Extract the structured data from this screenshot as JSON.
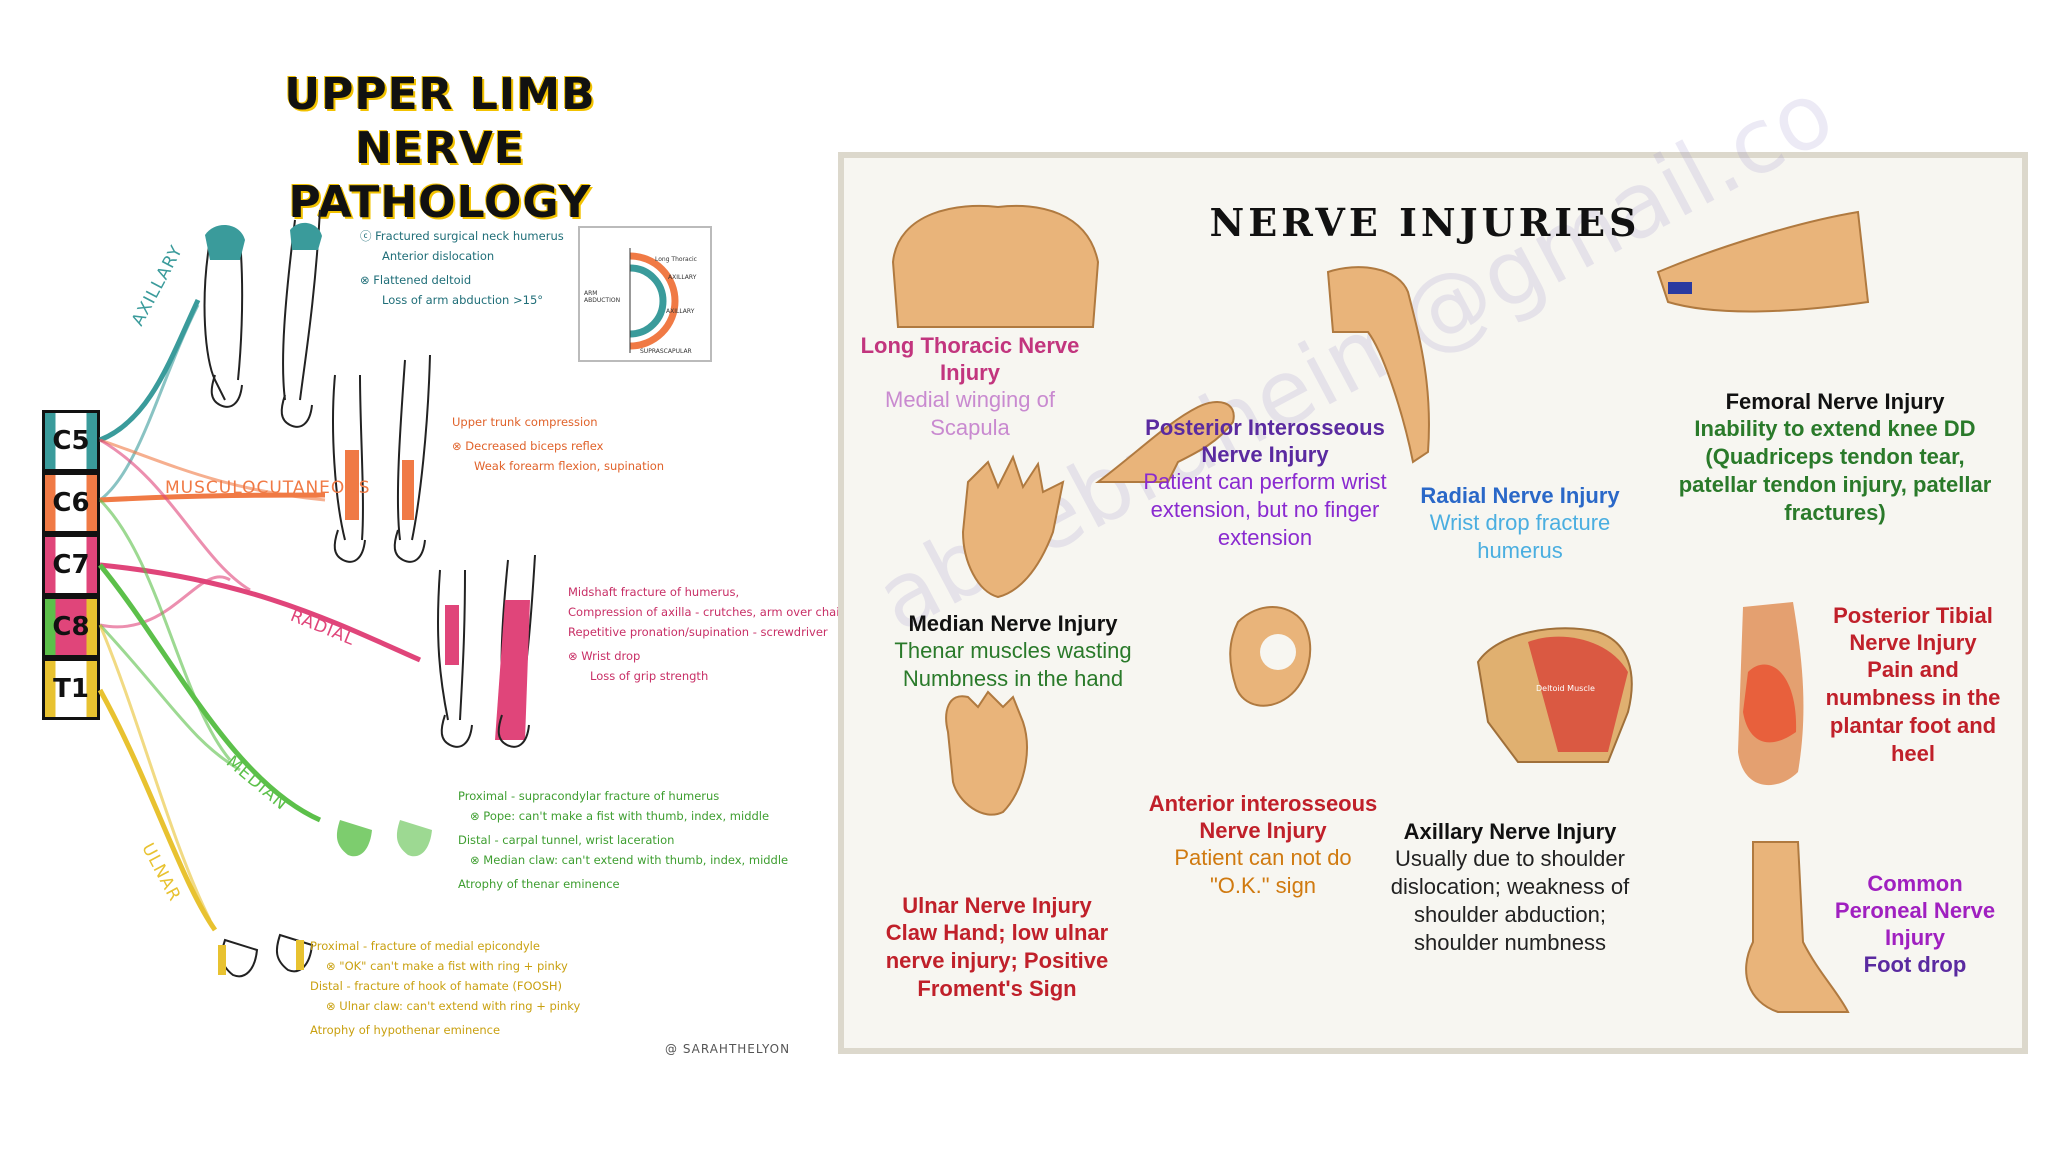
{
  "left": {
    "title_line1": "UPPER LIMB",
    "title_line2": "NERVE PATHOLOGY",
    "roots": [
      "C5",
      "C6",
      "C7",
      "C8",
      "T1"
    ],
    "nerves": [
      {
        "name": "AXILLARY",
        "color": "#3a9b9b",
        "notes": [
          "ⓒ Fractured surgical neck humerus",
          "Anterior dislocation",
          "⊗ Flattened deltoid",
          "Loss of arm abduction >15°"
        ]
      },
      {
        "name": "MUSCULOCUTANEOUS",
        "color": "#f07a45",
        "notes": [
          "Upper trunk compression",
          "⊗ Decreased biceps reflex",
          "Weak forearm flexion, supination"
        ]
      },
      {
        "name": "RADIAL",
        "color": "#e0457a",
        "notes": [
          "Midshaft fracture of humerus,",
          "Compression of axilla - crutches, arm over chair",
          "Repetitive pronation/supination - screwdriver",
          "⊗ Wrist drop",
          "Loss of grip strength"
        ]
      },
      {
        "name": "MEDIAN",
        "color": "#5cc04a",
        "notes": [
          "Proximal - supracondylar fracture of humerus",
          "⊗ Pope: can't make a fist with thumb, index, middle",
          "Distal - carpal tunnel, wrist laceration",
          "⊗ Median claw: can't extend with thumb, index, middle",
          "Atrophy of thenar eminence"
        ]
      },
      {
        "name": "ULNAR",
        "color": "#e8c230",
        "notes": [
          "Proximal - fracture of medial epicondyle",
          "⊗ \"OK\" can't make a fist with ring + pinky",
          "Distal - fracture of hook of hamate (FOOSH)",
          "⊗ Ulnar claw: can't extend with ring + pinky",
          "Atrophy of hypothenar eminence"
        ]
      }
    ],
    "inset_labels": [
      "Long Thoracic",
      "AXILLARY",
      "AXILLARY",
      "SUPRASCAPULAR",
      "ARM ABDUCTION"
    ],
    "credit": "@ SARAHTHELYON"
  },
  "right": {
    "title": "NERVE INJURIES",
    "watermark": "abiiebraheim@gmail.co",
    "cards": [
      {
        "heading": "Long Thoracic Nerve Injury",
        "desc": "Medial winging of Scapula",
        "heading_color": "#c2357e",
        "desc_color": "#c98ad0"
      },
      {
        "heading": "Posterior Interosseous Nerve Injury",
        "desc": "Patient can perform wrist extension, but no finger extension",
        "heading_color": "#5a2aa0",
        "desc_color": "#8a2ad0"
      },
      {
        "heading": "Radial Nerve Injury",
        "desc": "Wrist drop fracture humerus",
        "heading_color": "#2a68c8",
        "desc_color": "#4aaee0"
      },
      {
        "heading": "Femoral Nerve Injury",
        "desc": "Inability to extend knee DD (Quadriceps tendon tear, patellar tendon injury, patellar fractures)",
        "heading_color": "#111111",
        "desc_color": "#2a7a2a"
      },
      {
        "heading": "Median Nerve Injury",
        "desc": "Thenar muscles wasting Numbness in the hand",
        "heading_color": "#111111",
        "desc_color": "#2a7a2a"
      },
      {
        "heading": "Posterior Tibial Nerve Injury",
        "desc": "Pain and numbness in the plantar foot and heel",
        "heading_color": "#c0202a",
        "desc_color": "#c0202a"
      },
      {
        "heading": "Anterior interosseous Nerve Injury",
        "desc": "Patient can not do \"O.K.\" sign",
        "heading_color": "#c0202a",
        "desc_color": "#d07a10"
      },
      {
        "heading": "Axillary Nerve Injury",
        "desc": "Usually due to shoulder dislocation; weakness of shoulder abduction; shoulder numbness",
        "heading_color": "#111111",
        "desc_color": "#222222"
      },
      {
        "heading": "Ulnar Nerve Injury",
        "desc": "Claw Hand; low ulnar nerve injury; Positive Froment's Sign",
        "heading_color": "#c0202a",
        "desc_color": "#c0202a"
      },
      {
        "heading": "Common Peroneal Nerve Injury",
        "desc": "Foot drop",
        "heading_color": "#a020c0",
        "desc_color": "#5a2aa0"
      }
    ],
    "axillary_image_label": "Deltoid Muscle"
  }
}
